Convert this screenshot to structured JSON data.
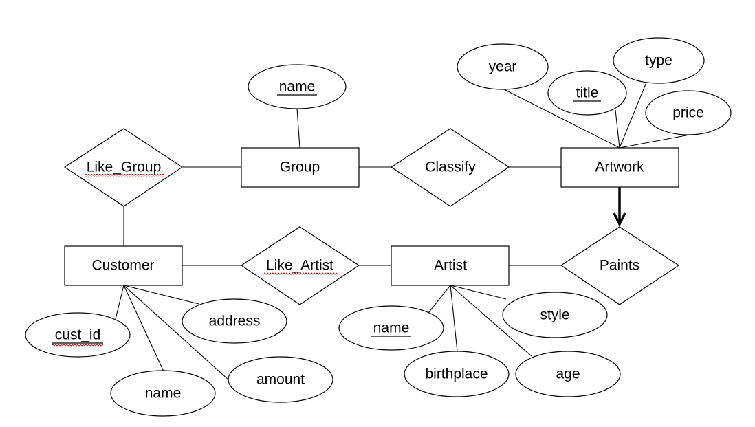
{
  "diagram": {
    "type": "entity-relationship",
    "entities": [
      {
        "id": "group",
        "label": "Group"
      },
      {
        "id": "artwork",
        "label": "Artwork"
      },
      {
        "id": "customer",
        "label": "Customer"
      },
      {
        "id": "artist",
        "label": "Artist"
      }
    ],
    "relationships": [
      {
        "id": "like_group",
        "label": "Like_Group",
        "spellcheck": true
      },
      {
        "id": "classify",
        "label": "Classify"
      },
      {
        "id": "like_artist",
        "label": "Like_Artist",
        "spellcheck": true
      },
      {
        "id": "paints",
        "label": "Paints"
      }
    ],
    "attributes": [
      {
        "id": "group_name",
        "label": "name",
        "key": true,
        "entity": "group"
      },
      {
        "id": "artwork_year",
        "label": "year",
        "key": false,
        "entity": "artwork"
      },
      {
        "id": "artwork_title",
        "label": "title",
        "key": true,
        "entity": "artwork"
      },
      {
        "id": "artwork_type",
        "label": "type",
        "key": false,
        "entity": "artwork"
      },
      {
        "id": "artwork_price",
        "label": "price",
        "key": false,
        "entity": "artwork"
      },
      {
        "id": "customer_cust_id",
        "label": "cust_id",
        "key": true,
        "spellcheck": true,
        "entity": "customer"
      },
      {
        "id": "customer_address",
        "label": "address",
        "key": false,
        "entity": "customer"
      },
      {
        "id": "customer_name",
        "label": "name",
        "key": false,
        "entity": "customer"
      },
      {
        "id": "customer_amount",
        "label": "amount",
        "key": false,
        "entity": "customer"
      },
      {
        "id": "artist_name",
        "label": "name",
        "key": true,
        "entity": "artist"
      },
      {
        "id": "artist_style",
        "label": "style",
        "key": false,
        "entity": "artist"
      },
      {
        "id": "artist_birthplace",
        "label": "birthplace",
        "key": false,
        "entity": "artist"
      },
      {
        "id": "artist_age",
        "label": "age",
        "key": false,
        "entity": "artist"
      }
    ],
    "connections": [
      {
        "from": "like_group",
        "to": "group"
      },
      {
        "from": "like_group",
        "to": "customer"
      },
      {
        "from": "group",
        "to": "classify"
      },
      {
        "from": "classify",
        "to": "artwork"
      },
      {
        "from": "artwork",
        "to": "paints",
        "arrow": true
      },
      {
        "from": "customer",
        "to": "like_artist"
      },
      {
        "from": "like_artist",
        "to": "artist"
      },
      {
        "from": "artist",
        "to": "paints"
      }
    ],
    "colors": {
      "stroke": "#000000",
      "fill": "#ffffff",
      "spellcheck": "#c00000"
    }
  }
}
